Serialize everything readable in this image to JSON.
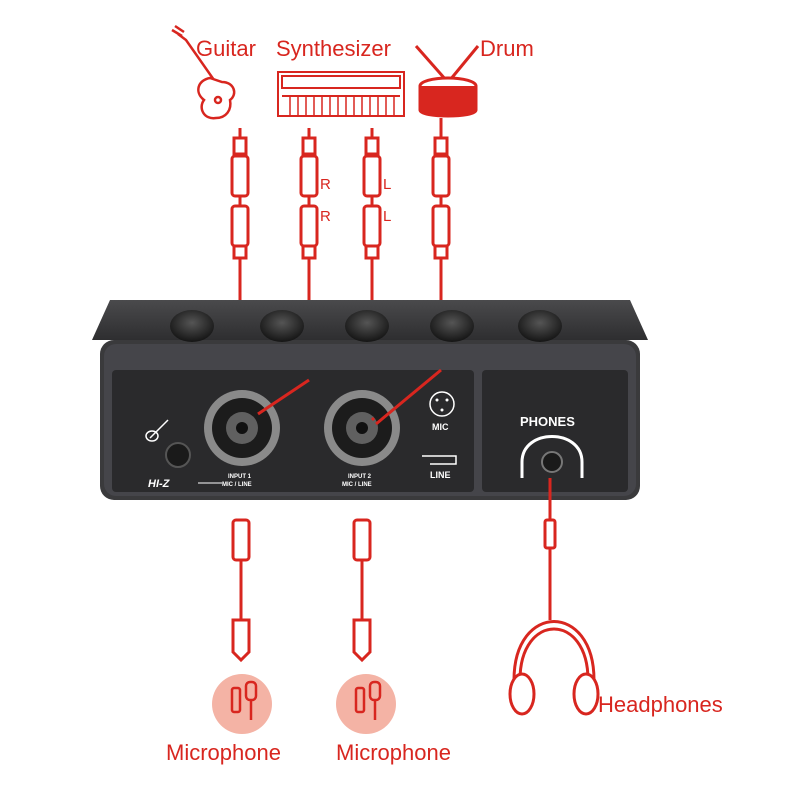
{
  "instruments": {
    "guitar": "Guitar",
    "synthesizer": "Synthesizer",
    "drum": "Drum"
  },
  "channels": {
    "right": "R",
    "left": "L"
  },
  "device": {
    "hiz_label": "HI-Z",
    "input1_line1": "INPUT 1",
    "input1_line2": "MIC / LINE",
    "input2_line1": "INPUT 2",
    "input2_line2": "MIC / LINE",
    "mic_label": "MIC",
    "line_label": "LINE",
    "phones_label": "PHONES"
  },
  "outputs": {
    "microphone_1": "Microphone",
    "microphone_2": "Microphone",
    "headphones": "Headphones"
  },
  "colors": {
    "accent_red": "#d8261f",
    "device_body": "#3a3a3c",
    "device_panel": "#2a2a2c"
  }
}
